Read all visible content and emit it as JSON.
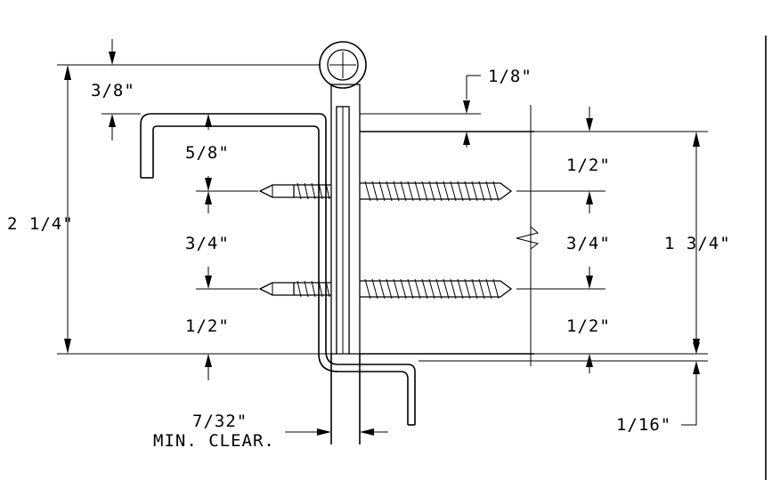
{
  "dimensions": {
    "overall_height": "2 1/4\"",
    "rail_top": "3/8\"",
    "rail_top_offset": "1/8\"",
    "upper_spacing": "5/8\"",
    "screw_spacing_left": "3/4\"",
    "lower_spacing_left": "1/2\"",
    "right_top": "1/2\"",
    "screw_spacing_right": "3/4\"",
    "right_bottom": "1/2\"",
    "right_overall": "1 3/4\"",
    "bottom_offset": "1/16\"",
    "clearance_value": "7/32\"",
    "clearance_note": "MIN. CLEAR."
  },
  "colors": {
    "line": "#000000",
    "background": "#ffffff"
  }
}
